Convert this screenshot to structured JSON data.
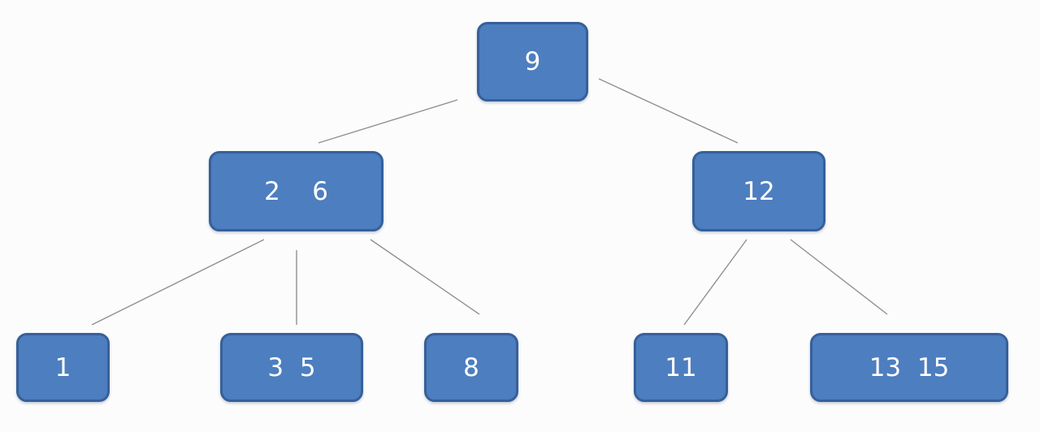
{
  "diagram": {
    "type": "b-tree",
    "colors": {
      "node_fill": "#4d7ebf",
      "node_border": "#36609a",
      "node_text": "#ffffff",
      "edge": "#8f9196",
      "background": "#fcfcfd"
    },
    "nodes": {
      "root": {
        "label": "9"
      },
      "left": {
        "label": "2    6"
      },
      "right": {
        "label": "12"
      },
      "leaf_1": {
        "label": "1"
      },
      "leaf_3_5": {
        "label": "3  5"
      },
      "leaf_8": {
        "label": "8"
      },
      "leaf_11": {
        "label": "11"
      },
      "leaf_13_15": {
        "label": "13  15"
      }
    },
    "edges": [
      {
        "from": "root",
        "to": "left"
      },
      {
        "from": "root",
        "to": "right"
      },
      {
        "from": "left",
        "to": "leaf_1"
      },
      {
        "from": "left",
        "to": "leaf_3_5"
      },
      {
        "from": "left",
        "to": "leaf_8"
      },
      {
        "from": "right",
        "to": "leaf_11"
      },
      {
        "from": "right",
        "to": "leaf_13_15"
      }
    ]
  }
}
